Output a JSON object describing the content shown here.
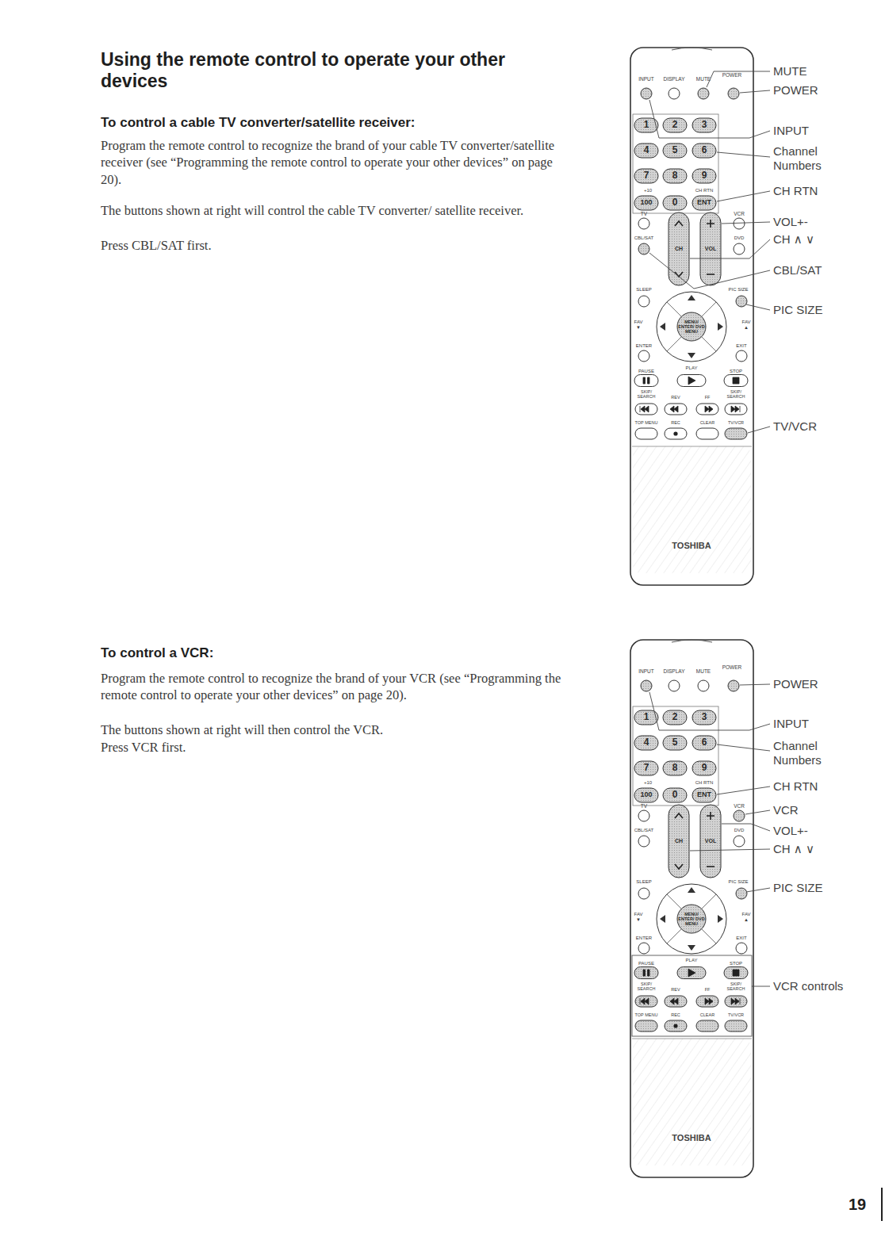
{
  "diagram": {
    "title": "Using the remote control to operate your other devices",
    "labels": [
      "To control a cable TV converter/satellite receiver:",
      "Program the remote control to recognize the brand of your cable TV converter/satellite receiver (see “Programming the remote control to operate your other devices” on page 20).",
      "The buttons shown at right will control the cable TV converter/ satellite receiver.",
      "Press CBL/SAT first.",
      "INPUT",
      "DISPLAY",
      "MUTE",
      "POWER",
      "1",
      "2",
      "3",
      "4",
      "5",
      "6",
      "7",
      "8",
      "9",
      "+10",
      "CH RTN",
      "100",
      "0",
      "ENT",
      "TV",
      "VCR",
      "CH",
      "VOL",
      "CBL/SAT",
      "DVD",
      "SLEEP",
      "PIC SIZE",
      "FAV ▼",
      "MENU/ ENTER/ DVD MENU",
      "FAV ▲",
      "ENTER",
      "EXIT",
      "PAUSE",
      "PLAY",
      "STOP",
      "SKIP/ SEARCH",
      "REV",
      "FF",
      "SKIP/ SEARCH",
      "TOP MENU",
      "REC",
      "CLEAR",
      "TV/VCR",
      "TOSHIBA",
      "MUTE",
      "POWER",
      "INPUT",
      "Channel Numbers",
      "CH RTN",
      "VOL+-",
      "CH ∧ ∨",
      "CBL/SAT",
      "PIC SIZE",
      "TV/VCR",
      "To control a VCR:",
      "Program the remote control to recognize the brand of your VCR (see “Programming the remote control to operate your other devices” on page 20).",
      "The buttons shown at right will then control the VCR.",
      "Press VCR first.",
      "INPUT",
      "DISPLAY",
      "MUTE",
      "POWER",
      "1",
      "2",
      "3",
      "4",
      "5",
      "6",
      "7",
      "8",
      "9",
      "+10",
      "CH RTN",
      "100",
      "0",
      "ENT",
      "TV",
      "VCR",
      "CH",
      "VOL",
      "CBL/SAT",
      "DVD",
      "SLEEP",
      "PIC SIZE",
      "FAV ▼",
      "MENU/ ENTER/ DVD MENU",
      "FAV ▲",
      "ENTER",
      "EXIT",
      "PAUSE",
      "PLAY",
      "STOP",
      "SKIP/ SEARCH",
      "REV",
      "FF",
      "SKIP/ SEARCH",
      "TOP MENU",
      "REC",
      "CLEAR",
      "TV/VCR",
      "TOSHIBA",
      "POWER",
      "INPUT",
      "Channel Numbers",
      "CH RTN",
      "VCR",
      "VOL+-",
      "CH ∧ ∨",
      "PIC SIZE",
      "VCR controls",
      "19"
    ]
  }
}
